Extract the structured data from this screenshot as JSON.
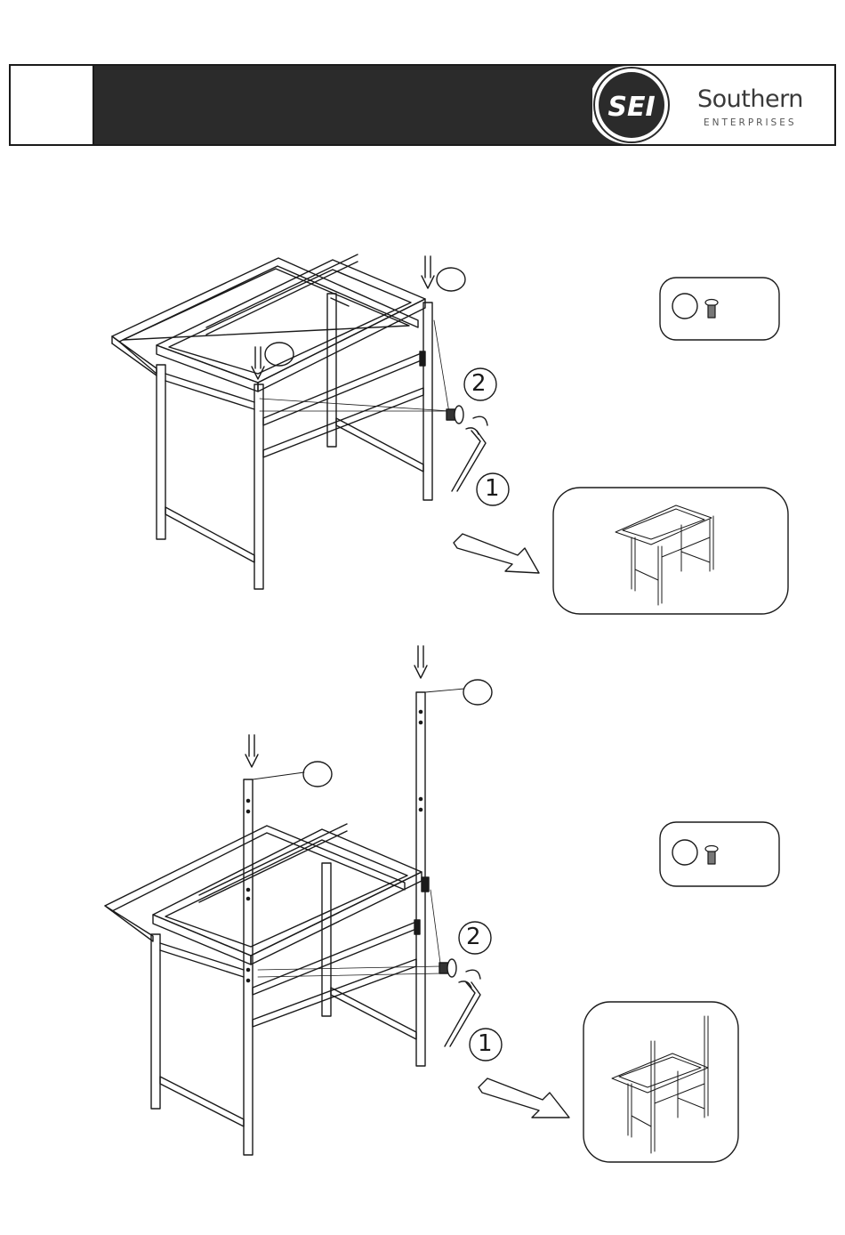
{
  "header": {
    "logo_mark": "SEI",
    "brand_name": "Southern",
    "brand_sub": "ENTERPRISES"
  },
  "step_a": {
    "tool_callout": "1",
    "screw_callout": "2"
  },
  "step_b": {
    "tool_callout": "1",
    "screw_callout": "2"
  }
}
